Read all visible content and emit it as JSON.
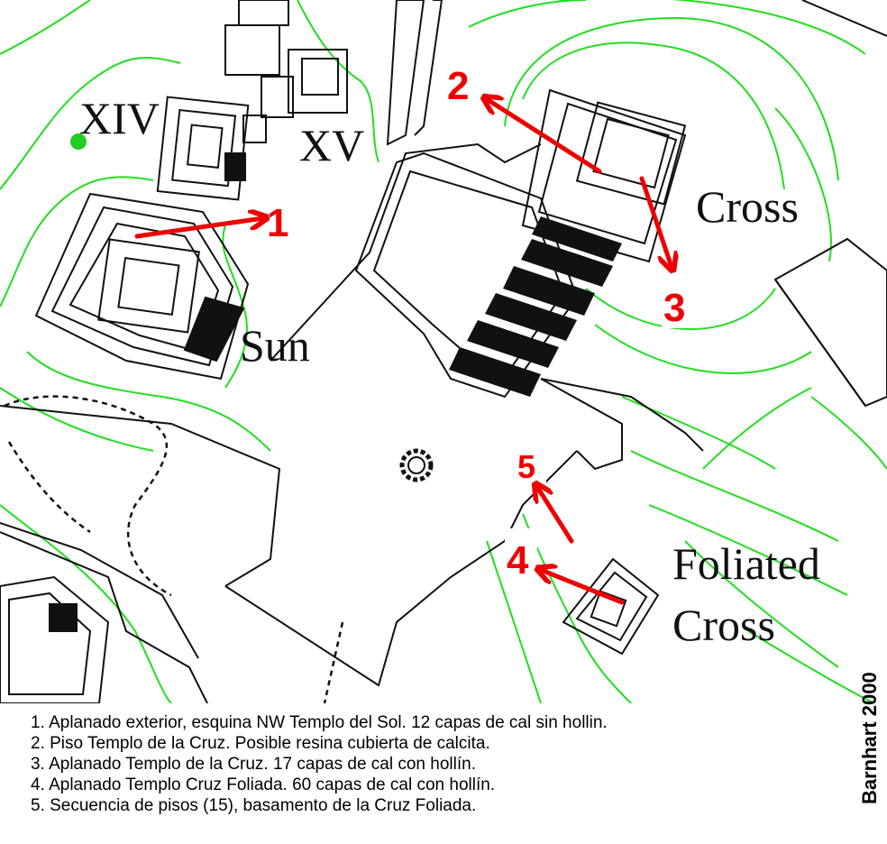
{
  "map": {
    "labels": {
      "xiv": "XIV",
      "xv": "XV",
      "sun": "Sun",
      "cross": "Cross",
      "foliated_1": "Foliated",
      "foliated_2": "Cross"
    },
    "markers": [
      "1",
      "2",
      "3",
      "4",
      "5"
    ],
    "colors": {
      "contour": "#22dd22",
      "arrow": "#ee0000",
      "ink": "#111111"
    }
  },
  "legend": [
    "1. Aplanado exterior, esquina NW Templo del Sol. 12 capas de cal sin hollin.",
    "2. Piso Templo de la Cruz.  Posible resina cubierta de calcita.",
    "3. Aplanado  Templo de la Cruz. 17 capas de cal con hollín.",
    "4. Aplanado Templo Cruz Foliada. 60 capas de cal con hollín.",
    "5. Secuencia de pisos (15), basamento de la Cruz Foliada."
  ],
  "credit": "Barnhart 2000"
}
